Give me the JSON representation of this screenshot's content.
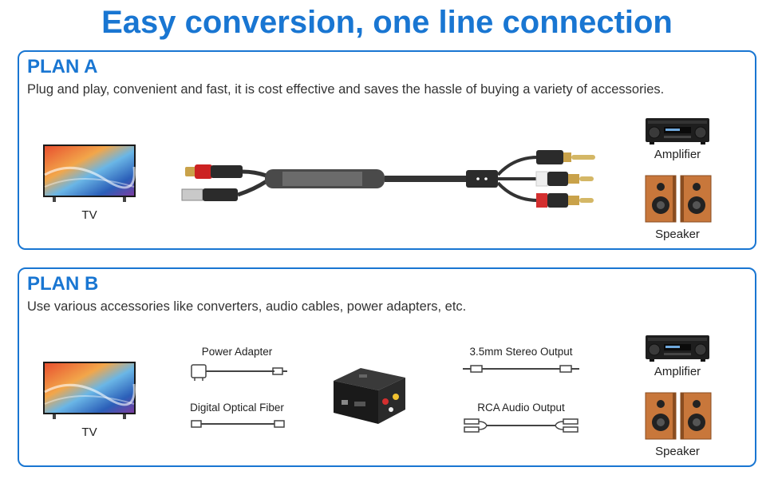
{
  "title": "Easy conversion, one line connection",
  "plan_a": {
    "heading": "PLAN A",
    "description": "Plug and play, convenient and fast, it is cost effective and saves the hassle of buying a variety of accessories.",
    "tv_label": "TV",
    "amplifier_label": "Amplifier",
    "speaker_label": "Speaker"
  },
  "plan_b": {
    "heading": "PLAN B",
    "description": "Use various accessories like converters, audio cables, power adapters, etc.",
    "tv_label": "TV",
    "power_adapter_label": "Power Adapter",
    "optical_label": "Digital Optical Fiber",
    "stereo_output_label": "3.5mm Stereo Output",
    "rca_output_label": "RCA Audio Output",
    "amplifier_label": "Amplifier",
    "speaker_label": "Speaker"
  },
  "colors": {
    "accent": "#1976d2",
    "rca_red": "#d32f2f",
    "rca_white": "#eeeeee",
    "gold": "#c9a24a"
  },
  "icons": [
    "tv-icon",
    "cable-icon",
    "amplifier-icon",
    "speaker-icon",
    "power-adapter-icon",
    "optical-cable-icon",
    "converter-box-icon",
    "stereo-cable-icon",
    "rca-cable-icon"
  ]
}
